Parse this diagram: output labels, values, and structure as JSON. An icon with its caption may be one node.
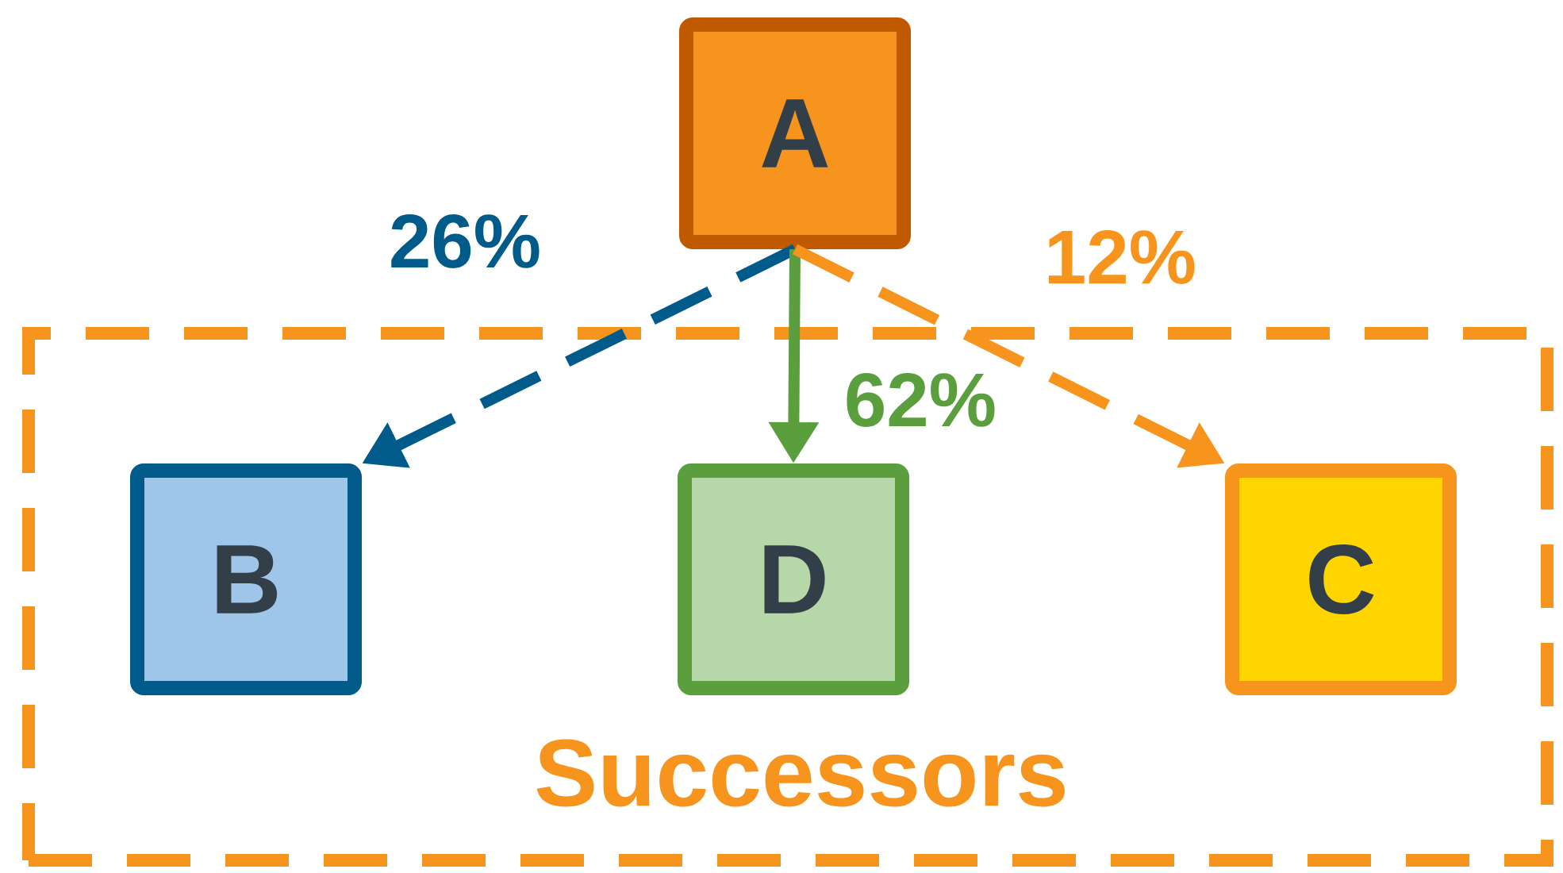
{
  "diagram": {
    "nodes": [
      {
        "text": [
          "A"
        ]
      },
      {
        "text": [
          "Successors"
        ]
      },
      {
        "text": [
          "B"
        ],
        "in": 1
      },
      {
        "text": [
          "D"
        ],
        "in": 1
      },
      {
        "text": [
          "C"
        ],
        "in": 1
      }
    ],
    "edges": [
      {
        "from": 0,
        "to": 2,
        "arrow": "to",
        "label": "26%",
        "style": "dashed",
        "color": "#005b8a"
      },
      {
        "from": 0,
        "to": 3,
        "arrow": "to",
        "label": "62%",
        "color": "#5a9e3e"
      },
      {
        "from": 0,
        "to": 4,
        "arrow": "to",
        "label": "12%",
        "style": "dashed",
        "color": "#f7941d"
      }
    ]
  }
}
